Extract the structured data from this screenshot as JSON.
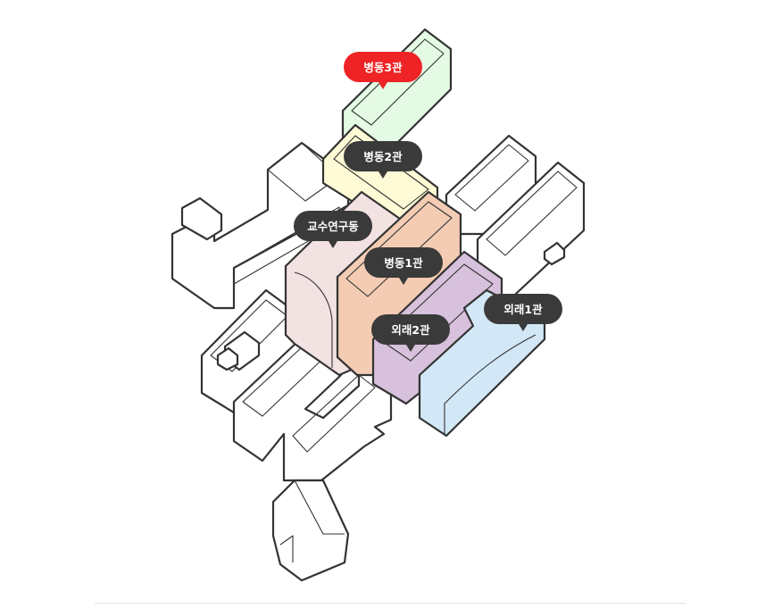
{
  "buildings": [
    {
      "key": "ward3",
      "label": "병동3관",
      "color": "#ee2325",
      "fill": "#e4fae4",
      "active": true
    },
    {
      "key": "ward2",
      "label": "병동2관",
      "color": "#3a3a3a",
      "fill": "#fffbd6",
      "active": false
    },
    {
      "key": "research",
      "label": "교수연구동",
      "color": "#3a3a3a",
      "fill": "#f3e2e2",
      "active": false
    },
    {
      "key": "ward1",
      "label": "병동1관",
      "color": "#3a3a3a",
      "fill": "#f3ccb3",
      "active": false
    },
    {
      "key": "outpatient2",
      "label": "외래2관",
      "color": "#3a3a3a",
      "fill": "#d7c1dc",
      "active": false
    },
    {
      "key": "outpatient1",
      "label": "외래1관",
      "color": "#3a3a3a",
      "fill": "#d3e8f6",
      "active": false
    }
  ]
}
